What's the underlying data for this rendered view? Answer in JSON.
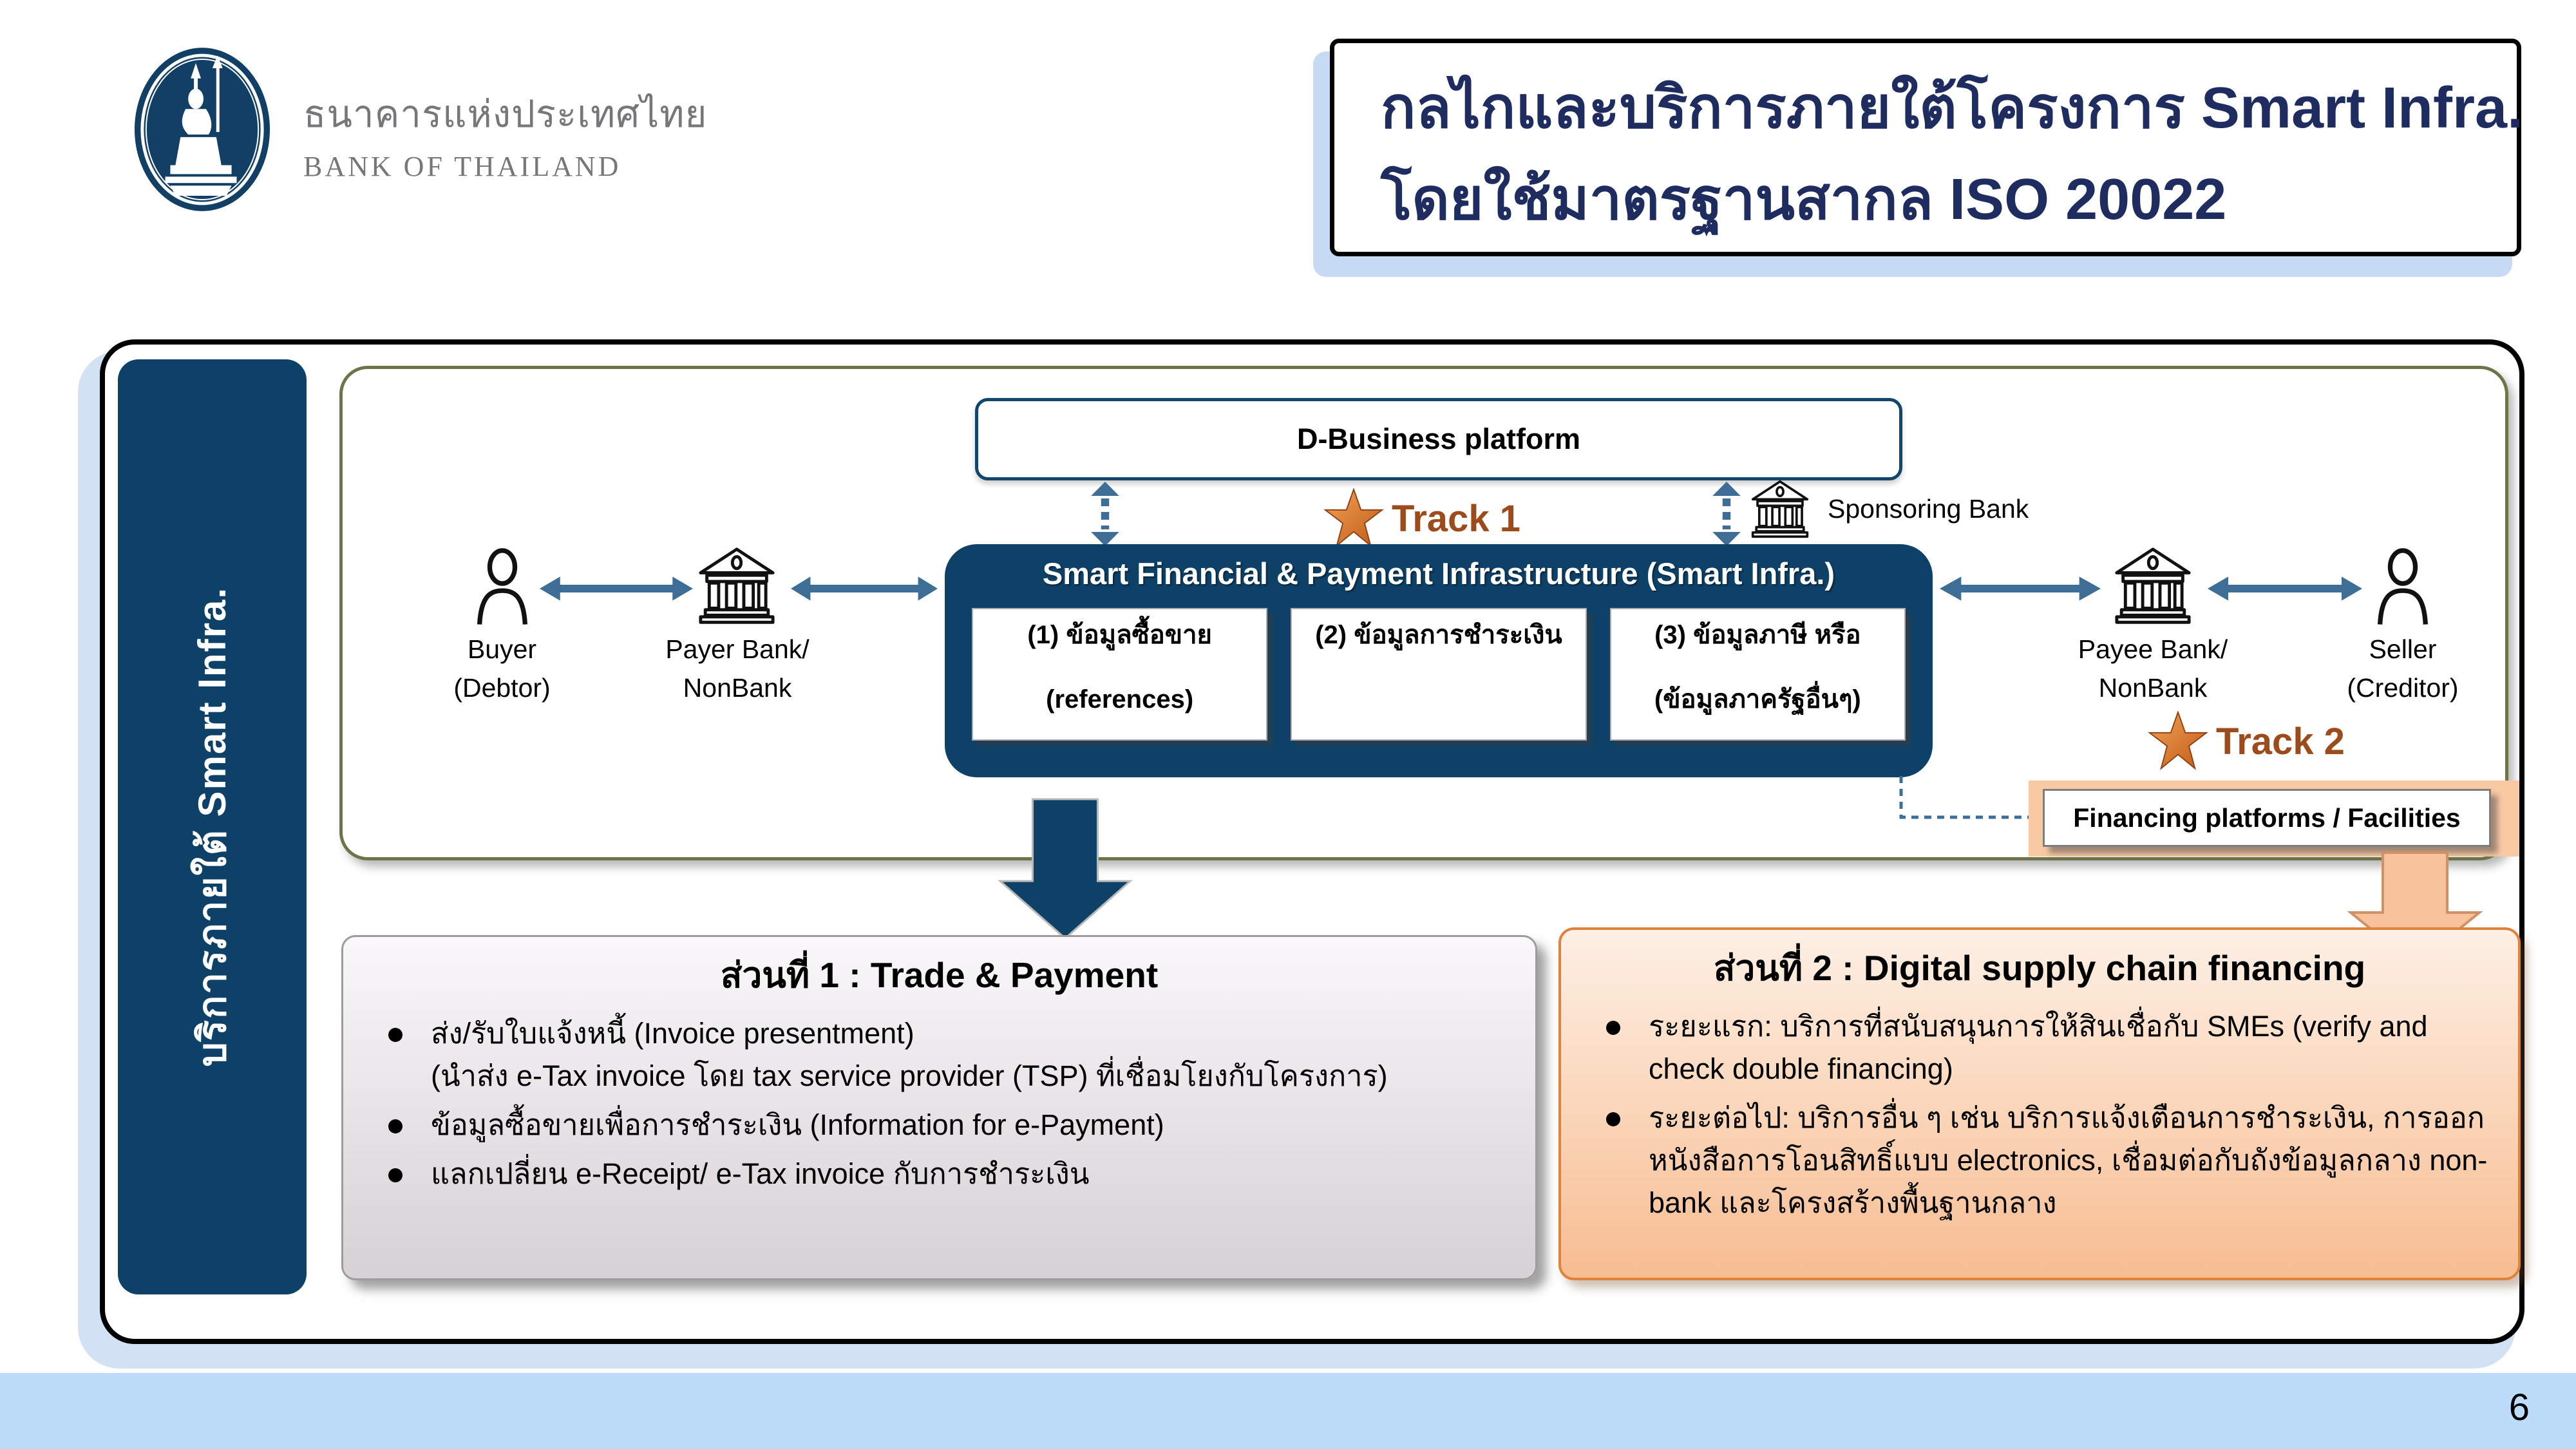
{
  "logo": {
    "thai_name": "ธนาคารแห่งประเทศไทย",
    "english_name": "BANK OF THAILAND"
  },
  "title": {
    "line1": "กลไกและบริการภายใต้โครงการ Smart Infra.",
    "line2": "โดยใช้มาตรฐานสากล ISO 20022"
  },
  "sidebar": {
    "label": "บริการภายใต้ Smart Infra."
  },
  "diagram": {
    "d_business_label": "D-Business platform",
    "track1_label": "Track 1",
    "track2_label": "Track 2",
    "sponsoring_bank_label": "Sponsoring Bank",
    "smart_infra": {
      "title": "Smart Financial & Payment Infrastructure (Smart Infra.)",
      "boxes": [
        {
          "line1": "(1) ข้อมูลซื้อขาย",
          "line2": "(references)"
        },
        {
          "line1": "(2) ข้อมูลการชำระเงิน",
          "line2": ""
        },
        {
          "line1": "(3) ข้อมูลภาษี หรือ",
          "line2": "(ข้อมูลภาครัฐอื่นๆ)"
        }
      ]
    },
    "entities": {
      "buyer": {
        "line1": "Buyer",
        "line2": "(Debtor)"
      },
      "payer": {
        "line1": "Payer Bank/",
        "line2": "NonBank"
      },
      "payee": {
        "line1": "Payee Bank/",
        "line2": "NonBank"
      },
      "seller": {
        "line1": "Seller",
        "line2": "(Creditor)"
      }
    },
    "financing_label": "Financing platforms / Facilities"
  },
  "section1": {
    "title": "ส่วนที่ 1 : Trade & Payment",
    "bullets": [
      {
        "text": "ส่ง/รับใบแจ้งหนี้ (Invoice presentment)"
      },
      {
        "text": "(นำส่ง e-Tax invoice โดย tax service provider (TSP) ที่เชื่อมโยงกับโครงการ)"
      },
      {
        "text": "ข้อมูลซื้อขายเพื่อการชำระเงิน (Information for e-Payment)"
      },
      {
        "text": "แลกเปลี่ยน e-Receipt/ e-Tax invoice กับการชำระเงิน"
      }
    ]
  },
  "section2": {
    "title": "ส่วนที่ 2 : Digital supply chain financing",
    "bullets": [
      {
        "text": "ระยะแรก: บริการที่สนับสนุนการให้สินเชื่อกับ SMEs (verify and check double financing)"
      },
      {
        "text": "ระยะต่อไป: บริการอื่น ๆ เช่น บริการแจ้งเตือนการชำระเงิน, การออกหนังสือการโอนสิทธิ์แบบ electronics, เชื่อมต่อกับถังข้อมูลกลาง non-bank และโครงสร้างพื้นฐานกลาง"
      }
    ]
  },
  "footer": {
    "page_number": "6"
  },
  "icons": {
    "buyer": "person-icon",
    "seller": "person-icon",
    "payer_bank": "bank-icon",
    "payee_bank": "bank-icon",
    "sponsoring_bank": "bank-icon",
    "track": "star-icon",
    "logo": "bank-of-thailand-emblem"
  },
  "colors": {
    "navy": "#0d4168",
    "title_navy": "#1e2c5f",
    "steel_arrow": "#3e6d95",
    "track_brown": "#9e4b1c",
    "olive_border": "#6b7548",
    "peach_panel": "#f9c9a3",
    "orange_border": "#e0813c",
    "footer_blue": "#bddcfa",
    "shadow_blue": "#c6dbf3"
  }
}
